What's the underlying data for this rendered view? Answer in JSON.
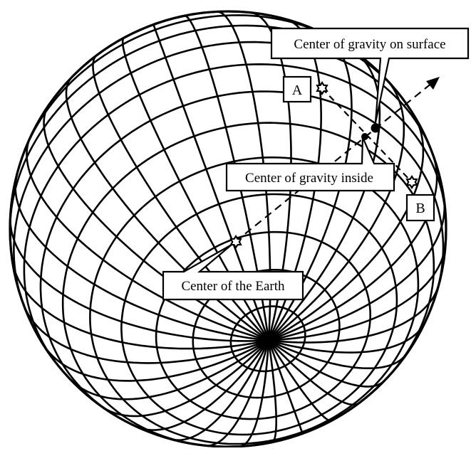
{
  "labels": {
    "surface": "Center of gravity on surface",
    "inside": "Center of gravity inside",
    "center": "Center of the Earth",
    "point_a": "A",
    "point_b": "B"
  },
  "colors": {
    "ink": "#000000",
    "paper": "#ffffff"
  }
}
